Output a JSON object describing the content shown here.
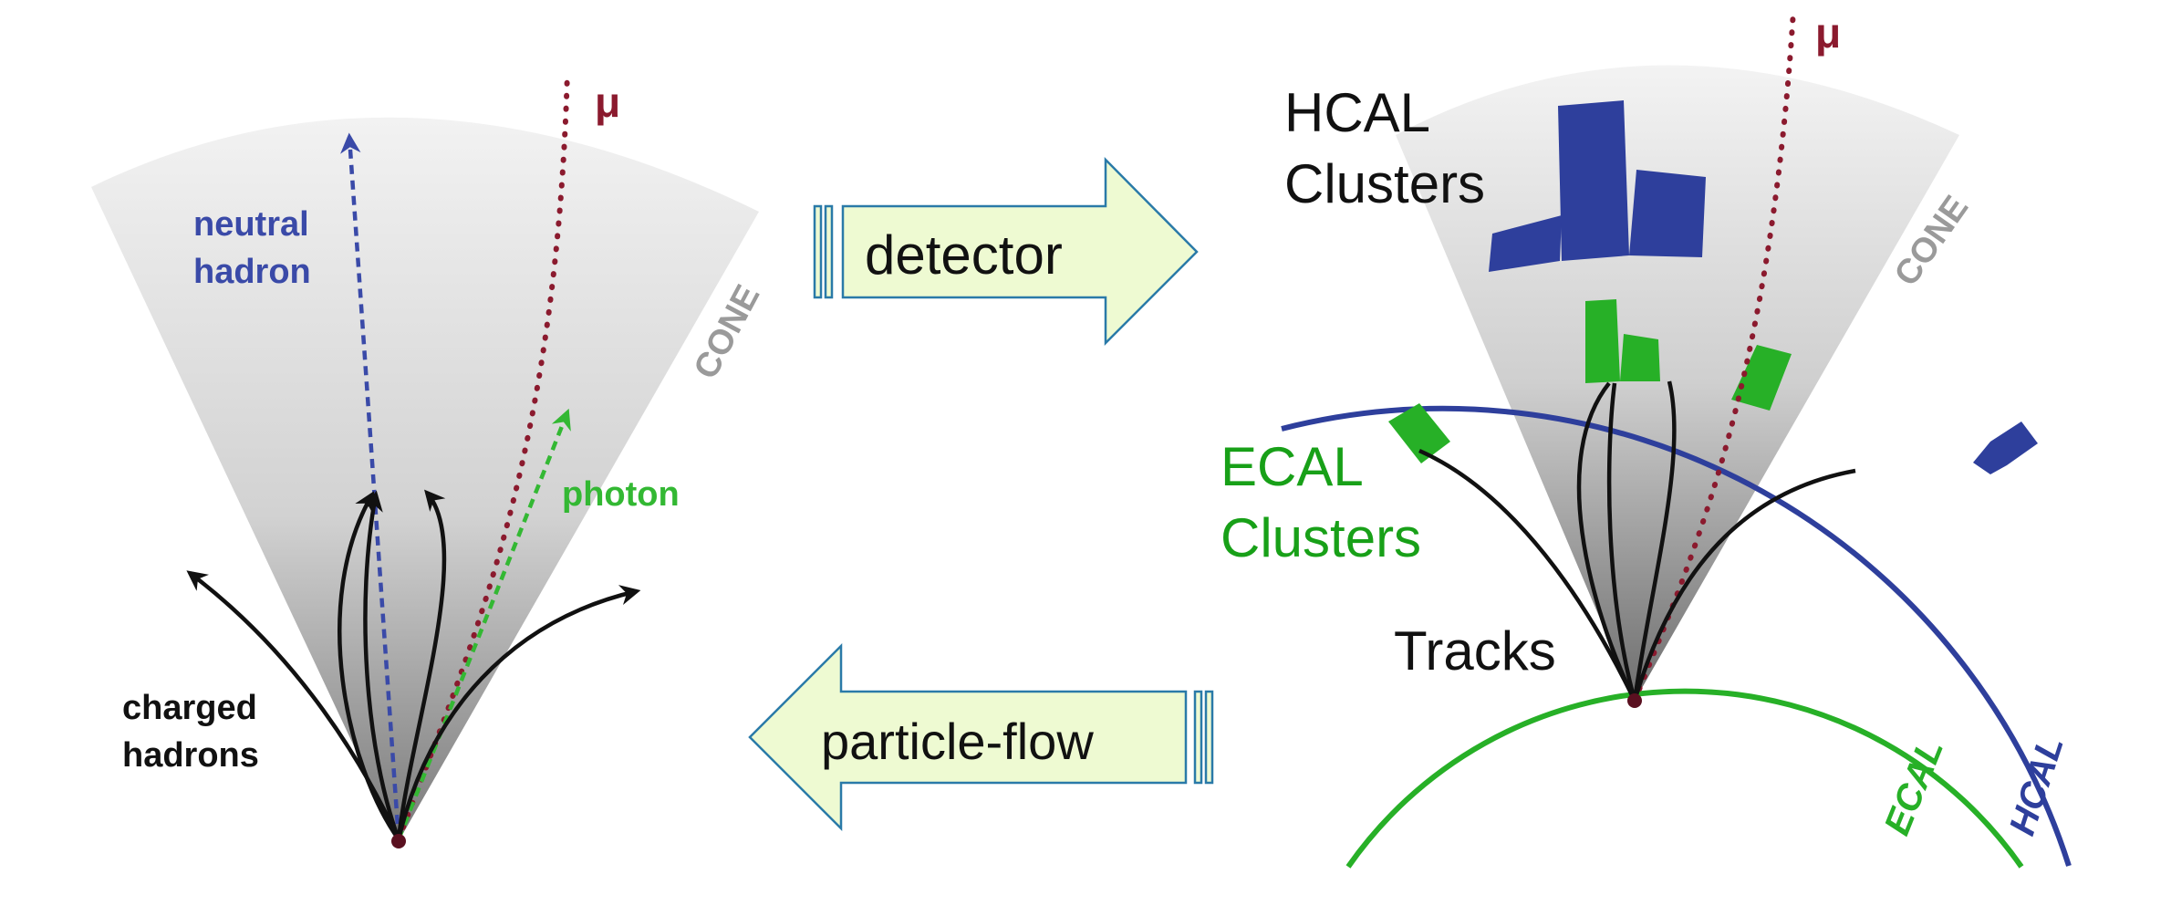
{
  "left_panel": {
    "labels": {
      "neutral_line1": "neutral",
      "neutral_line2": "hadron",
      "mu": "μ",
      "cone": "CONE",
      "photon": "photon",
      "charged_line1": "charged",
      "charged_line2": "hadrons"
    }
  },
  "arrows": {
    "detector": "detector",
    "particle_flow": "particle-flow"
  },
  "right_panel": {
    "labels": {
      "hcal_line1": "HCAL",
      "hcal_line2": "Clusters",
      "mu": "μ",
      "cone": "CONE",
      "ecal_line1": "ECAL",
      "ecal_line2": "Clusters",
      "tracks": "Tracks",
      "ecal_ring": "ECAL",
      "hcal_ring": "HCAL"
    }
  },
  "colors": {
    "neutral_hadron": "#3a4aa8",
    "muon": "#8b1a2e",
    "photon": "#33b833",
    "track": "#111111",
    "cone_label": "#9a9a9a",
    "hcal": "#2e3f9c",
    "ecal": "#27b027",
    "arrow_fill": "#eefad2",
    "arrow_stroke": "#2a7aa8"
  }
}
